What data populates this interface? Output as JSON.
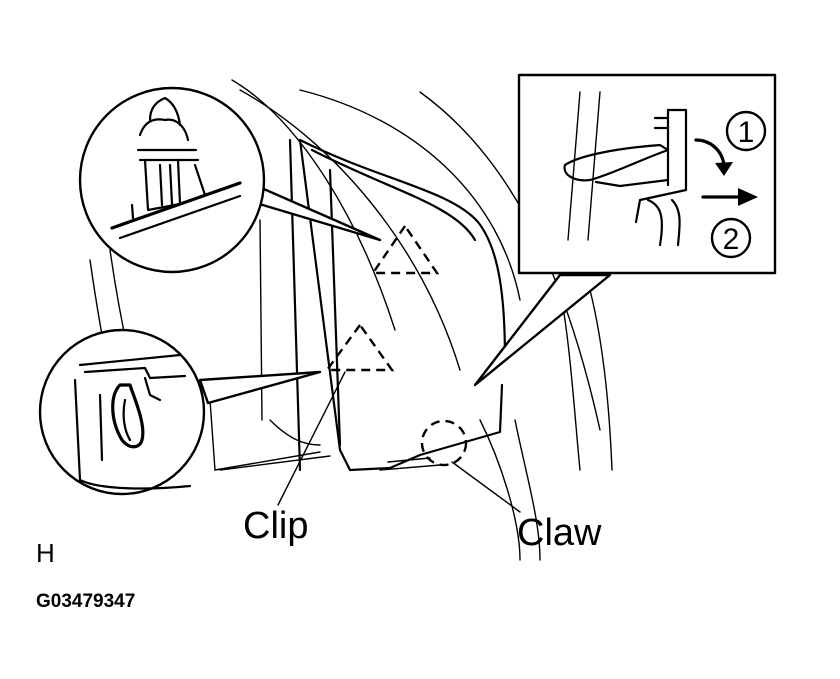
{
  "labels": {
    "clip": "Clip",
    "claw": "Claw",
    "step_one": "1",
    "step_two": "2",
    "view_marker": "H",
    "figure_code": "G03479347"
  },
  "colors": {
    "ink": "#000000",
    "paper": "#ffffff"
  }
}
